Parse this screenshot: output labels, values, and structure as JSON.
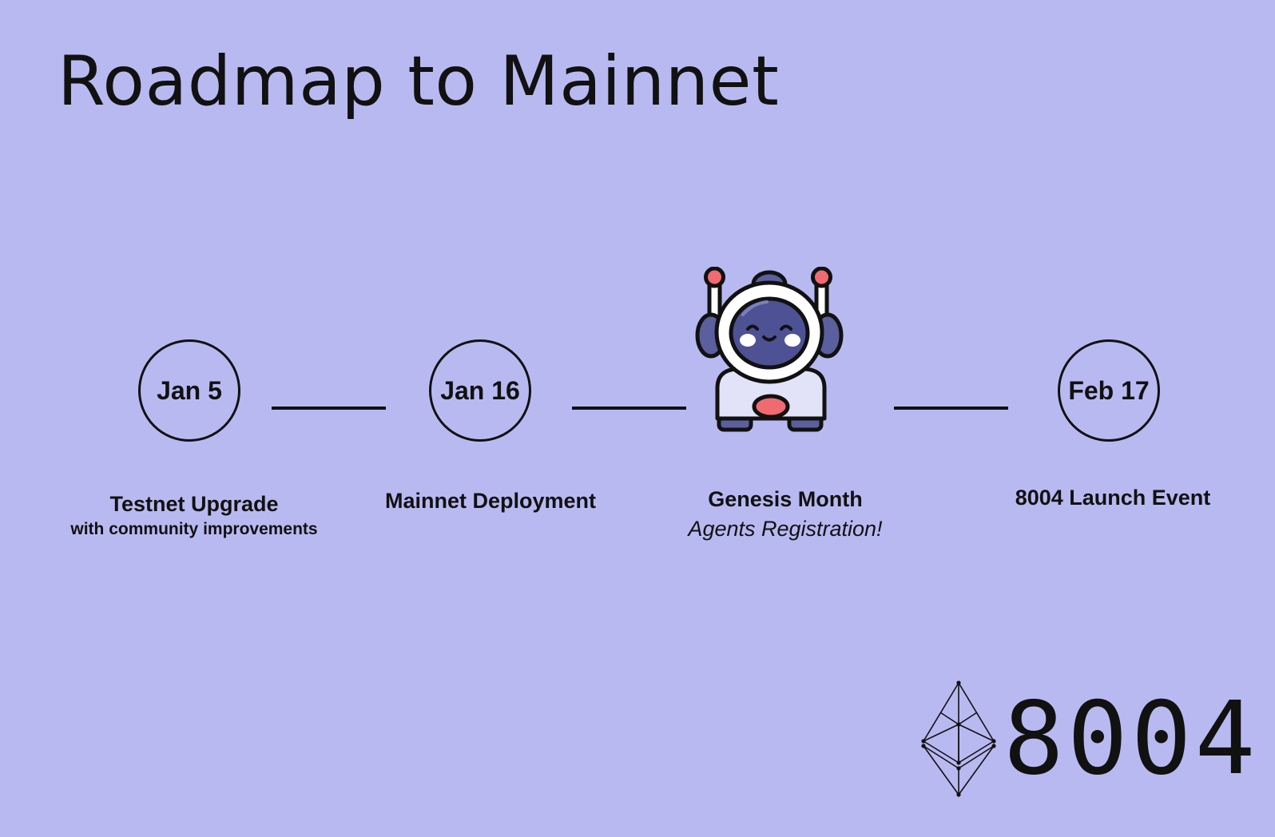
{
  "title": "Roadmap to Mainnet",
  "milestones": [
    {
      "date": "Jan 5",
      "label": "Testnet Upgrade",
      "sublabel": "with community improvements"
    },
    {
      "date": "Jan 16",
      "label": "Mainnet Deployment"
    },
    {
      "label": "Genesis Month",
      "sublabel": "Agents Registration!",
      "icon": "robot-astronaut-icon"
    },
    {
      "date": "Feb 17",
      "label": "8004 Launch Event"
    }
  ],
  "brand": {
    "text": "8004",
    "icon": "ethereum-icon"
  },
  "colors": {
    "background": "#b9b9f2",
    "text": "#111111",
    "robot_body": "#5b5f9e",
    "robot_helmet": "#ffffff",
    "robot_visor": "#4e5294",
    "robot_accent": "#f06a72",
    "robot_suit": "#e2e3f8"
  }
}
